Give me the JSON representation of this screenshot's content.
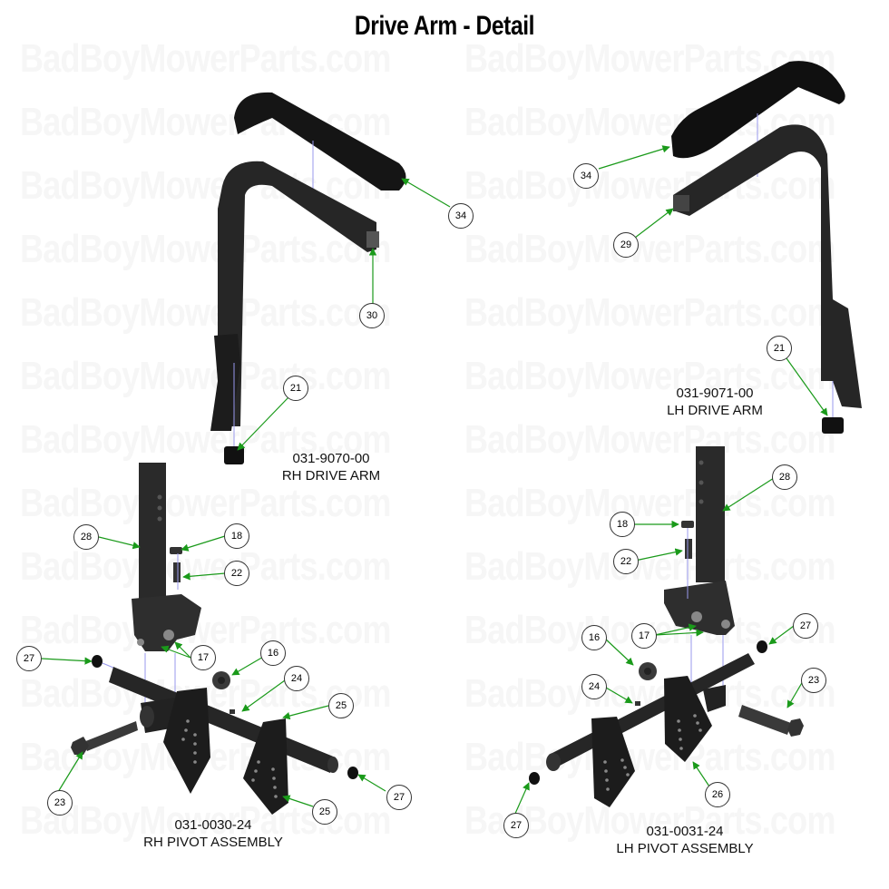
{
  "title": "Drive Arm - Detail",
  "watermark": "BadBoyMowerParts.com",
  "colors": {
    "part": "#1e1e1e",
    "leader": "#1a9a1a",
    "axis": "#9999ee"
  },
  "assemblies": [
    {
      "part_number": "031-9070-00",
      "name": "RH DRIVE ARM"
    },
    {
      "part_number": "031-9071-00",
      "name": "LH DRIVE ARM"
    },
    {
      "part_number": "031-0030-24",
      "name": "RH PIVOT ASSEMBLY"
    },
    {
      "part_number": "031-0031-24",
      "name": "LH PIVOT ASSEMBLY"
    }
  ],
  "callouts": {
    "rh_arm": [
      "34",
      "30",
      "21"
    ],
    "lh_arm": [
      "34",
      "29",
      "21"
    ],
    "rh_pivot": [
      "28",
      "18",
      "22",
      "17",
      "27",
      "16",
      "24",
      "25",
      "23",
      "25",
      "27"
    ],
    "lh_pivot": [
      "28",
      "18",
      "22",
      "17",
      "16",
      "27",
      "24",
      "23",
      "26",
      "27"
    ]
  }
}
